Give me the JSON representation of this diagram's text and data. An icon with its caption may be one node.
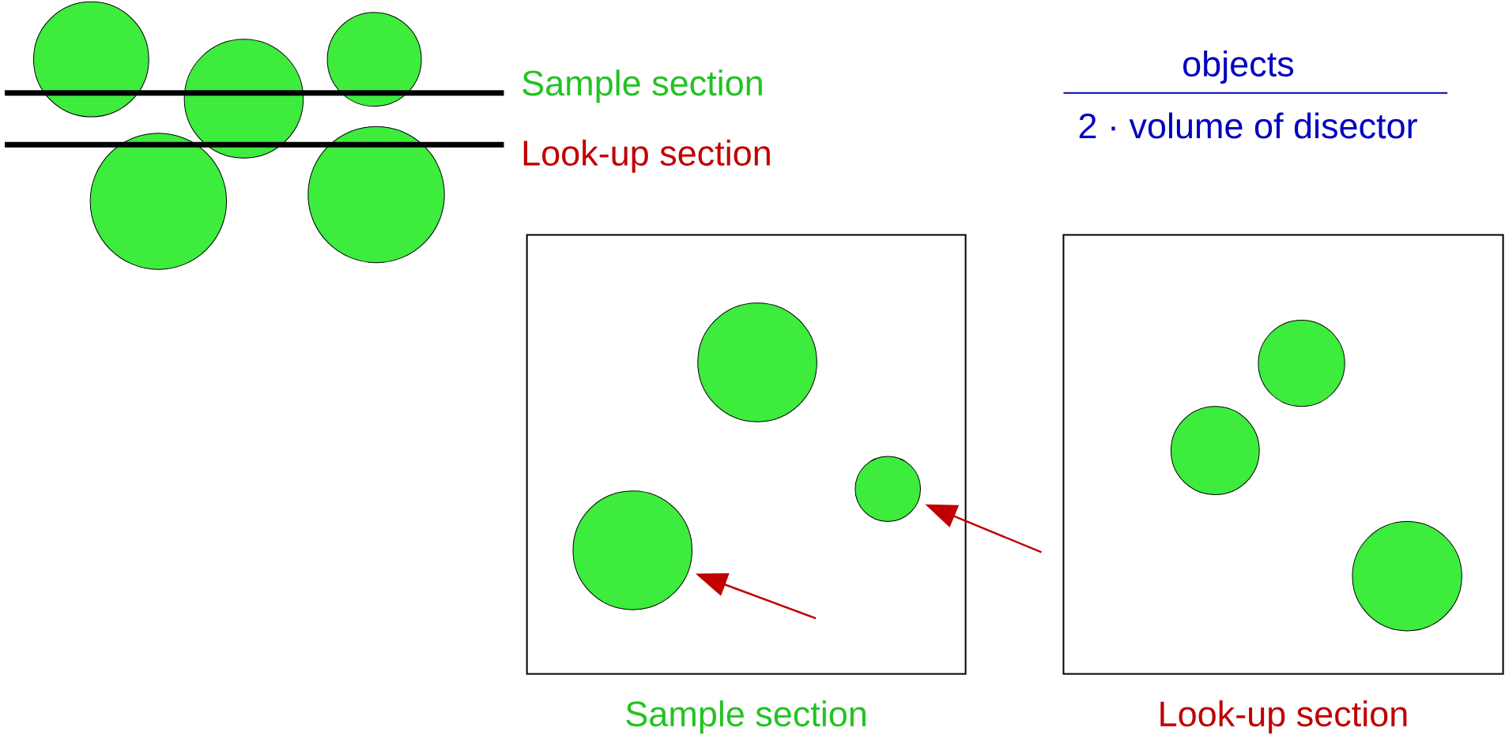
{
  "diagram": {
    "nodes": [
      {
        "text": [],
        "shape": "circle"
      },
      {
        "text": [],
        "shape": "circle"
      },
      {
        "text": [],
        "shape": "circle"
      },
      {
        "text": [],
        "shape": "circle"
      },
      {
        "text": [],
        "shape": "circle"
      },
      {
        "text": [],
        "shape": "box",
        "beside": [
          "Sample section"
        ]
      },
      {
        "text": [],
        "shape": "circle",
        "in": 5
      },
      {
        "text": [],
        "shape": "circle",
        "in": 5
      },
      {
        "text": [],
        "shape": "circle",
        "in": 5
      },
      {
        "text": [],
        "shape": "box",
        "beside": [
          "Look-up section"
        ]
      },
      {
        "text": [],
        "shape": "circle",
        "in": 9
      },
      {
        "text": [],
        "shape": "circle",
        "in": 9
      },
      {
        "text": [],
        "shape": "circle",
        "in": 9
      }
    ],
    "edges": [
      {
        "from": null,
        "to": 8,
        "arrow": "to"
      },
      {
        "from": null,
        "to": 7,
        "arrow": "to"
      }
    ],
    "labels": [
      "Sample section",
      "Look-up section",
      "objects",
      "2 · volume of disector"
    ]
  }
}
